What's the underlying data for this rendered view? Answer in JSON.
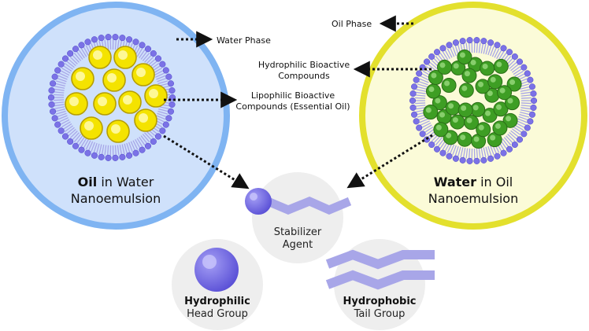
{
  "colors": {
    "left_fill": "#cfe1fb",
    "left_ring": "#7fb4f2",
    "right_fill": "#fbfbd8",
    "right_ring": "#e3e02d",
    "head": "#7b72e6",
    "head_dark": "#4c43c8",
    "tail": "#a8a6e8",
    "oil_droplet": "#f4e300",
    "oil_droplet_edge": "#b59e00",
    "water_droplet": "#3e9e24",
    "water_droplet_edge": "#2a6d17",
    "bubble": "#eeeeee",
    "arrow": "#111111"
  },
  "left": {
    "title_bold": "Oil",
    "title_rest": " in Water",
    "subtitle": "Nanoemulsion"
  },
  "right": {
    "title_bold": "Water",
    "title_rest": " in Oil",
    "subtitle": "Nanoemulsion"
  },
  "labels": {
    "water_phase": "Water Phase",
    "lipophilic_line1": "Lipophilic Bioactive",
    "lipophilic_line2": "Compounds (Essential Oil)",
    "oil_phase": "Oil Phase",
    "hydrophilic_comp_line1": "Hydrophilic Bioactive",
    "hydrophilic_comp_line2": "Compounds"
  },
  "stabilizer": {
    "line1": "Stabilizer",
    "line2": "Agent"
  },
  "head_group": {
    "bold": "Hydrophilic",
    "rest": "Head Group"
  },
  "tail_group": {
    "bold": "Hydrophobic",
    "rest": "Tail Group"
  }
}
